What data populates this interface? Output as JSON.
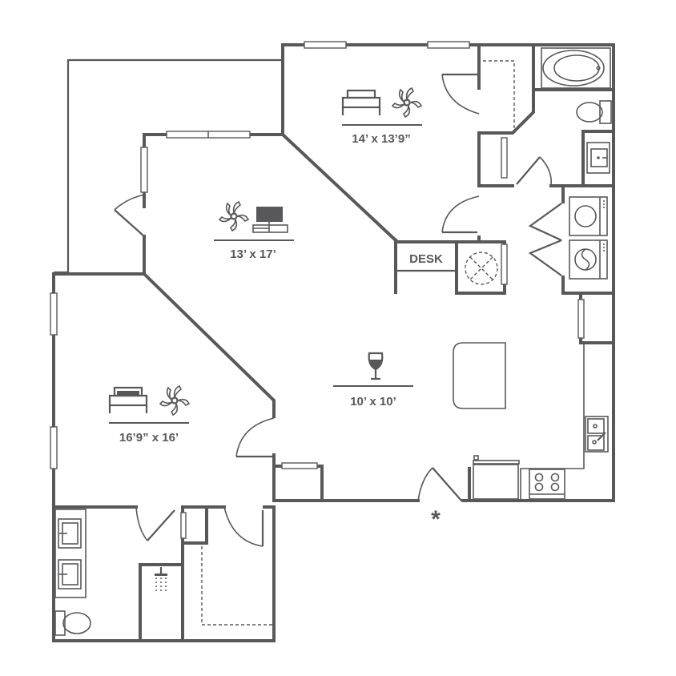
{
  "floorplan": {
    "colors": {
      "line": "#58585a",
      "background": "#ffffff"
    },
    "rooms": [
      {
        "id": "bedroom-north",
        "type": "bedroom",
        "dimensions": "14’ x 13’9”",
        "icons": [
          "bed-icon",
          "ceiling-fan-icon"
        ]
      },
      {
        "id": "living-room",
        "type": "living",
        "dimensions": "13’ x 17’",
        "icons": [
          "ceiling-fan-icon",
          "tv-icon"
        ]
      },
      {
        "id": "bedroom-west",
        "type": "bedroom",
        "dimensions": "16’9” x 16’",
        "icons": [
          "bed-icon",
          "ceiling-fan-icon"
        ]
      },
      {
        "id": "dining",
        "type": "dining",
        "dimensions": "10’ x 10’",
        "icons": [
          "wine-glass-icon"
        ]
      }
    ],
    "desk_label": "DESK",
    "entry_marker": "*"
  }
}
